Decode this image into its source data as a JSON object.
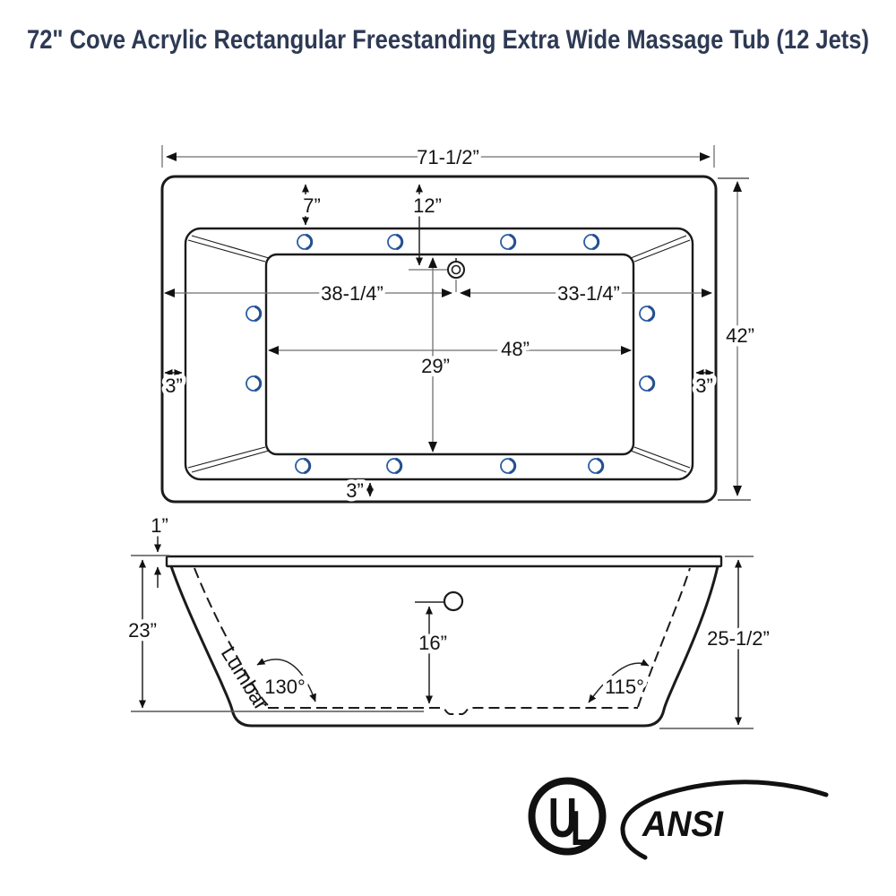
{
  "title": "72\" Cove Acrylic Rectangular Freestanding Extra Wide Massage Tub (12 Jets)",
  "top_view": {
    "overall_width": "71-1/2”",
    "overall_depth": "42”",
    "rim_to_basin_top": "7”",
    "drain_from_top": "12”",
    "drain_from_left": "38-1/4”",
    "drain_from_right": "33-1/4”",
    "basin_length": "48”",
    "basin_width": "29”",
    "rim_left": "3”",
    "rim_right": "3”",
    "rim_bottom": "3”",
    "jet_count": 12
  },
  "side_view": {
    "rim_lip": "1”",
    "interior_depth": "23”",
    "drain_height": "16”",
    "overall_height": "25-1/2”",
    "back_angle": "130°",
    "front_angle": "115°",
    "lumbar": "Lumbar"
  },
  "logos": {
    "ul_letter_u": "U",
    "ul_letter_l": "L",
    "ansi": "ANSI"
  },
  "colors": {
    "title": "#2e3a54",
    "line": "#1b1b1b",
    "jet_blue": "#2b5da6",
    "jet_blue_dark": "#24508f"
  }
}
